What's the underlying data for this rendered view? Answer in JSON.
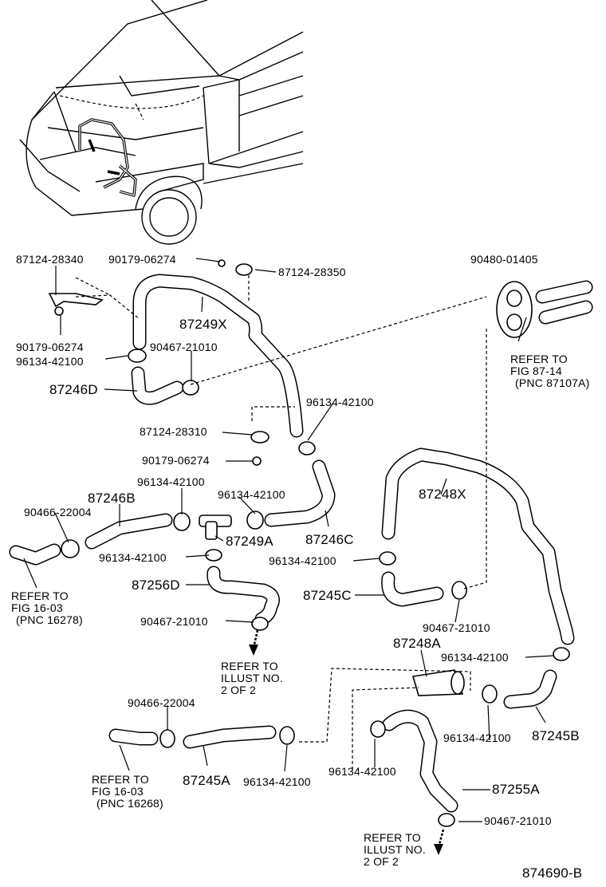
{
  "labels": {
    "p87124_28340": "87124-28340",
    "p90179_06274_a": "90179-06274",
    "p87124_28350": "87124-28350",
    "p90480_01405": "90480-01405",
    "p87249X": "87249X",
    "p90179_06274_b": "90179-06274",
    "p90467_21010_a": "90467-21010",
    "p96134_42100_a": "96134-42100",
    "p87246D": "87246D",
    "p96134_42100_b": "96134-42100",
    "p87124_28310": "87124-28310",
    "p90179_06274_c": "90179-06274",
    "p96134_42100_c": "96134-42100",
    "p87246B": "87246B",
    "p96134_42100_d": "96134-42100",
    "p90466_22004_a": "90466-22004",
    "p87249A": "87249A",
    "p87246C": "87246C",
    "p96134_42100_e": "96134-42100",
    "p87256D": "87256D",
    "p90467_21010_b": "90467-21010",
    "p87248X": "87248X",
    "p96134_42100_f": "96134-42100",
    "p87245C": "87245C",
    "p90467_21010_c": "90467-21010",
    "p87248A": "87248A",
    "p96134_42100_g": "96134-42100",
    "p96134_42100_h": "96134-42100",
    "p87245B": "87245B",
    "p90466_22004_b": "90466-22004",
    "p87245A": "87245A",
    "p96134_42100_i": "96134-42100",
    "p96134_42100_j": "96134-42100",
    "p87255A": "87255A",
    "p90467_21010_d": "90467-21010",
    "diagram_id": "874690-B"
  },
  "refs": {
    "fig87_14": [
      "REFER TO",
      "FIG 87-14",
      "(PNC 87107A)"
    ],
    "fig16_03_a": [
      "REFER TO",
      "FIG 16-03",
      "(PNC 16278)"
    ],
    "illust_a": [
      "REFER TO",
      "ILLUST NO.",
      "2 OF 2"
    ],
    "fig16_03_b": [
      "REFER TO",
      "FIG 16-03",
      "(PNC 16268)"
    ],
    "illust_b": [
      "REFER TO",
      "ILLUST NO.",
      "2 OF 2"
    ]
  }
}
